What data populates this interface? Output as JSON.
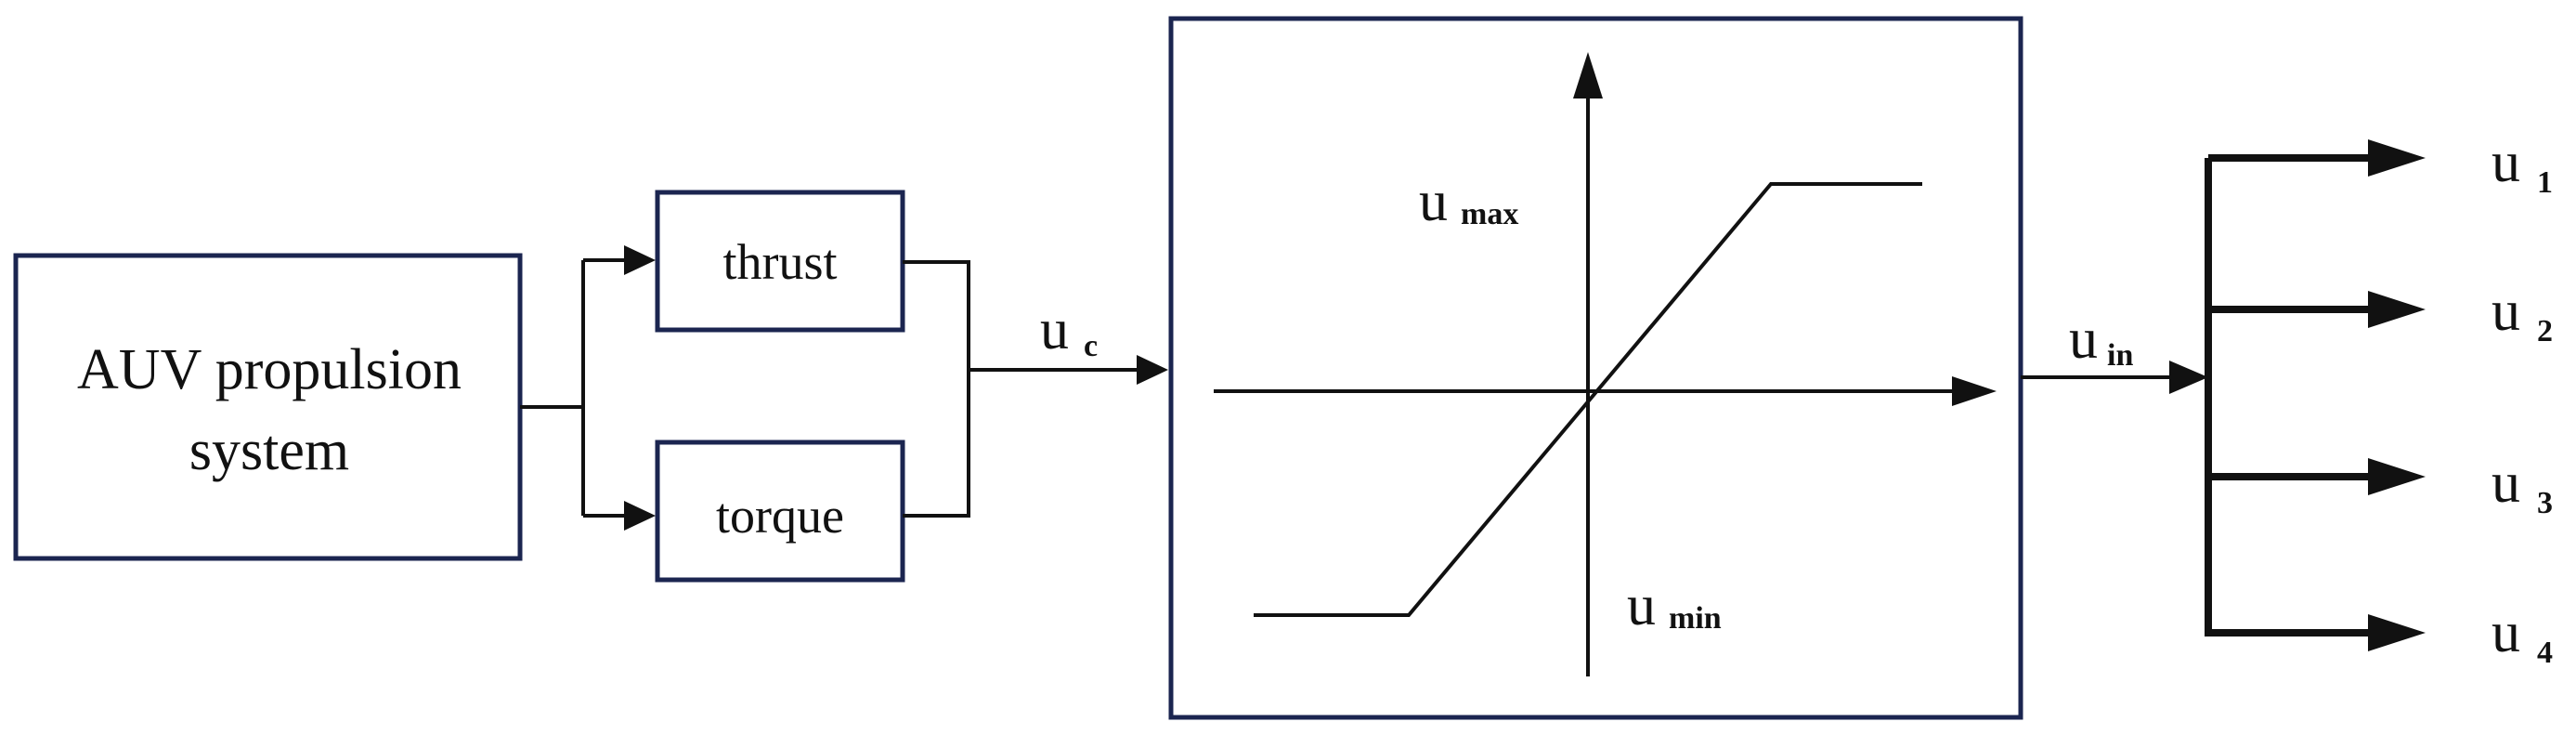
{
  "blocks": {
    "propulsion": {
      "line1": "AUV propulsion",
      "line2": "system"
    },
    "thrust": "thrust",
    "torque": "torque"
  },
  "signals": {
    "uc": {
      "base": "u",
      "sub": "c"
    },
    "uin": {
      "base": "u",
      "sub": "in"
    },
    "umax": {
      "base": "u",
      "sub": "max"
    },
    "umin": {
      "base": "u",
      "sub": "min"
    }
  },
  "outputs": [
    {
      "base": "u",
      "sub": "1"
    },
    {
      "base": "u",
      "sub": "2"
    },
    {
      "base": "u",
      "sub": "3"
    },
    {
      "base": "u",
      "sub": "4"
    }
  ],
  "colors": {
    "box_stroke": "#1b2550",
    "line": "#111111"
  }
}
